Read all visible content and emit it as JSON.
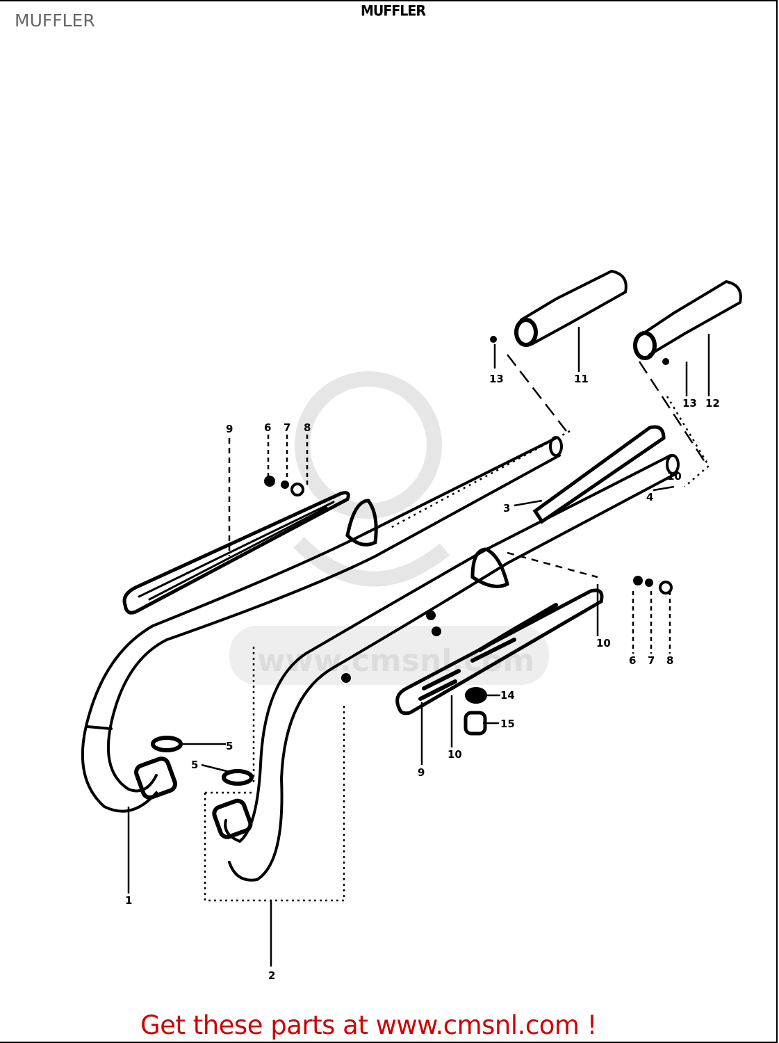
{
  "page_title": "MUFFLER",
  "diagram": {
    "title": "MUFFLER",
    "watermark": "www.cmsnl.com",
    "callouts": [
      "1",
      "2",
      "3",
      "4",
      "5",
      "5",
      "6",
      "7",
      "8",
      "6",
      "7",
      "8",
      "9",
      "9",
      "10",
      "10",
      "10",
      "11",
      "12",
      "13",
      "13",
      "14",
      "15"
    ]
  },
  "footer": {
    "link_text": "Get these parts at www.cmsnl.com !",
    "link_color": "#d00000"
  }
}
